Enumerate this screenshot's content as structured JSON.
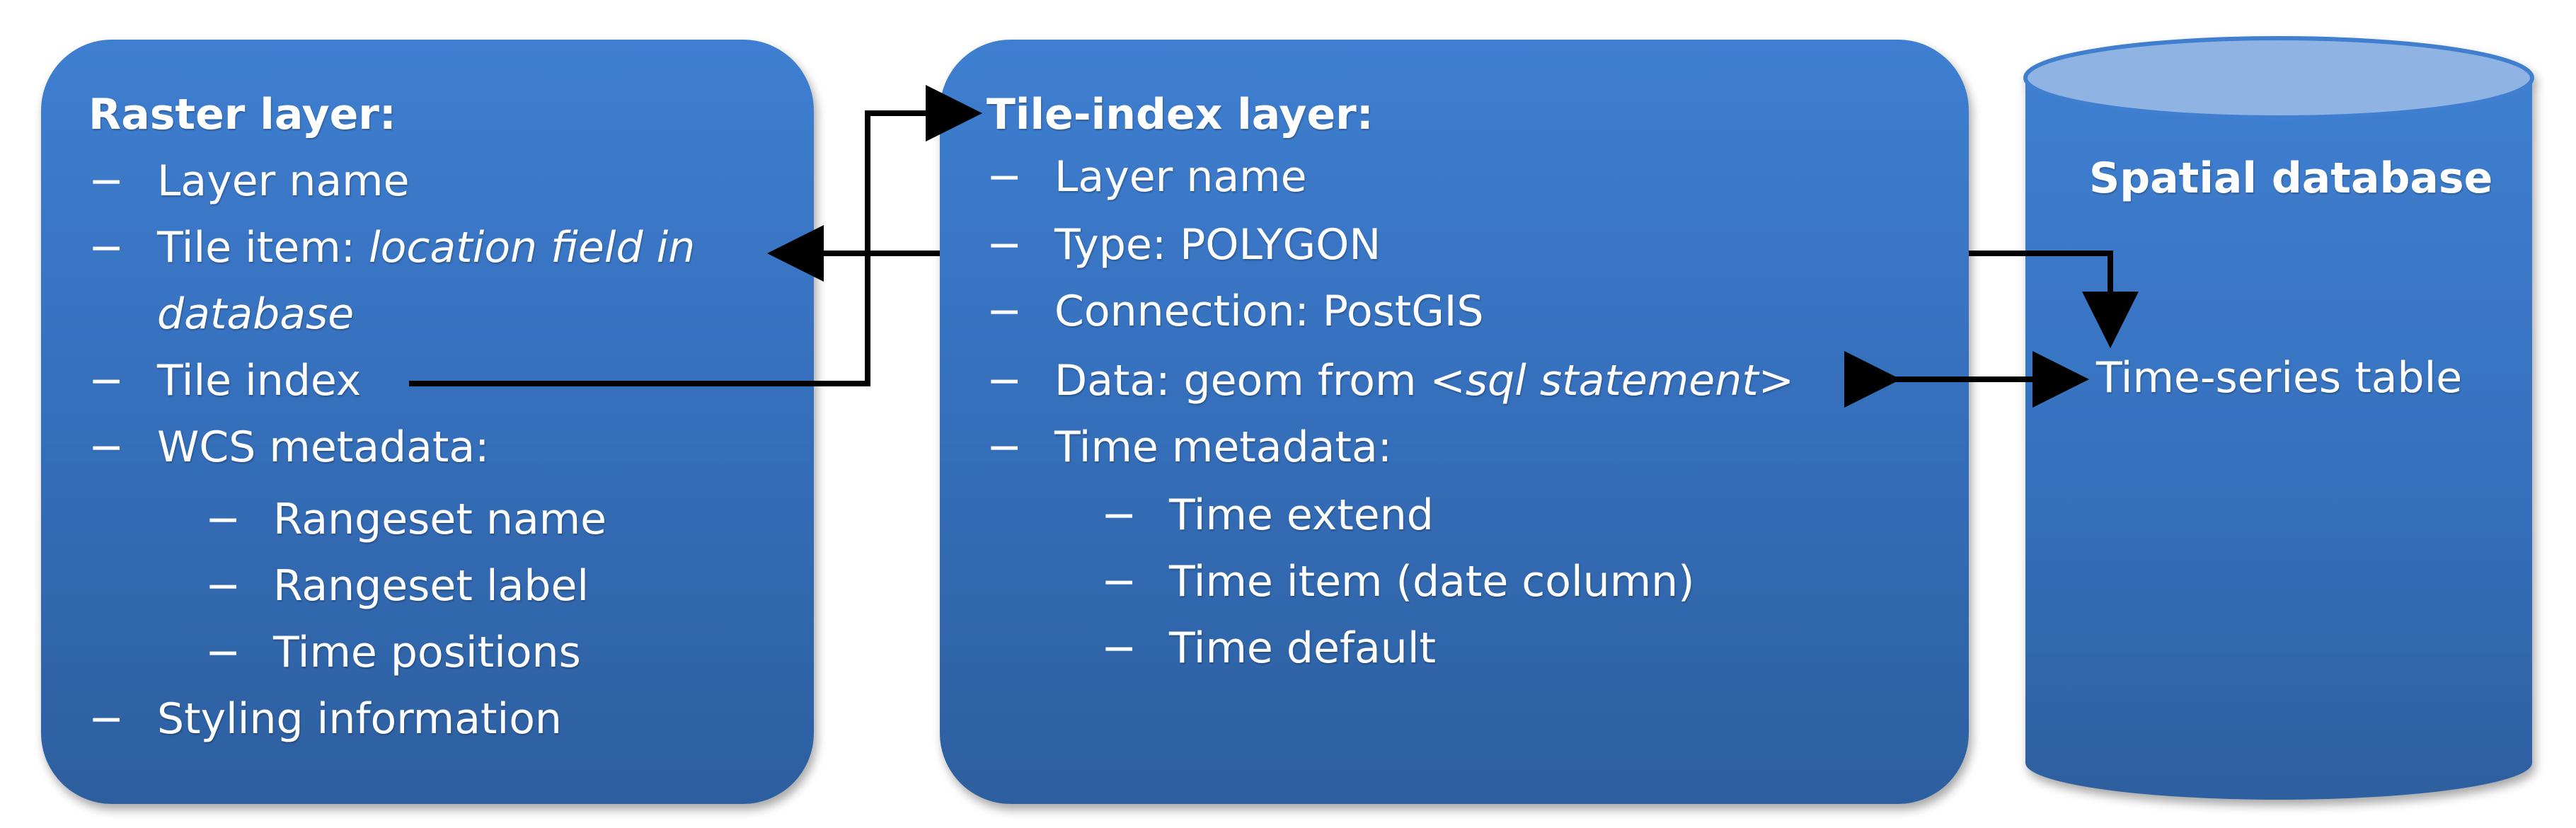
{
  "raster": {
    "title": "Raster layer:",
    "layer_name": "Layer name",
    "tile_item_label": "Tile item: ",
    "tile_item_value_line1": "location field in",
    "tile_item_value_line2": "database",
    "tile_index": "Tile index",
    "wcs_metadata": "WCS metadata:",
    "rangeset_name": "Rangeset name",
    "rangeset_label": "Rangeset label",
    "time_positions": "Time positions",
    "styling": "Styling information"
  },
  "tileindex": {
    "title": "Tile-index layer:",
    "layer_name": "Layer name",
    "type": "Type: POLYGON",
    "connection": "Connection: PostGIS",
    "data_label": "Data: geom from ",
    "data_value": "<sql statement>",
    "time_metadata": "Time metadata:",
    "time_extend": "Time extend",
    "time_item": "Time item (date column)",
    "time_default": "Time default"
  },
  "database": {
    "title": "Spatial database",
    "table": "Time-series table"
  },
  "bullet": "−",
  "colors": {
    "box_top": "#3f7fd0",
    "box_bottom": "#2d5f9f",
    "text": "#ffffff",
    "arrow": "#000000",
    "cylinder_top": "#8fb4e3"
  }
}
